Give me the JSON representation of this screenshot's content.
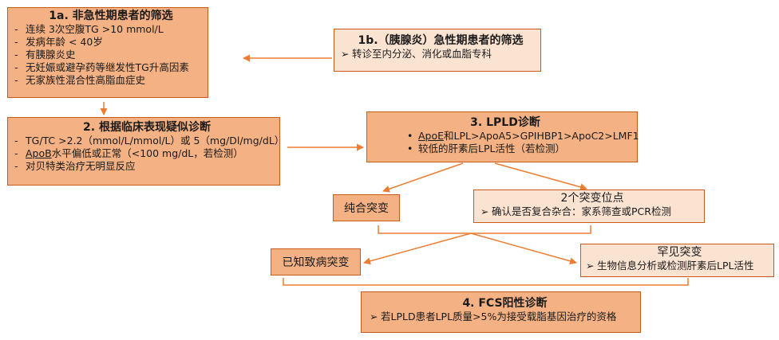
{
  "boxes": {
    "b1a": {
      "title": "1a. 非急性期患者的筛选",
      "items": [
        {
          "bullet": "-",
          "text": "连续 3次空腹TG >10 mmol/L"
        },
        {
          "bullet": "-",
          "text": "发病年龄 < 40岁"
        },
        {
          "bullet": "-",
          "text": "有胰腺炎史"
        },
        {
          "bullet": "-",
          "text": "无妊娠或避孕药等继发性TG升高因素"
        },
        {
          "bullet": "-",
          "text": "无家族性混合性高脂血症史"
        }
      ]
    },
    "b1b": {
      "title": "1b.（胰腺炎）急性期患者的筛选",
      "items": [
        {
          "bullet": "➢",
          "text": "转诊至内分泌、消化或血脂专科"
        }
      ]
    },
    "b2": {
      "title": "2. 根据临床表现疑似诊断",
      "items": [
        {
          "bullet": "-",
          "text": "TG/TC >2.2（mmol/L/mmol/L）或 5（mg/Dl/mg/dL）"
        },
        {
          "bullet": "-",
          "text_underlined": "ApoB",
          "text": "水平偏低或正常（<100 mg/dL，若检测）"
        },
        {
          "bullet": "-",
          "text": "对贝特类治疗无明显反应"
        }
      ]
    },
    "b3": {
      "title": "3. LPLD诊断",
      "items": [
        {
          "bullet": "•",
          "text_underlined": "ApoE",
          "text": "和LPL>ApoA5>GPIHBP1>ApoC2>LMF1"
        },
        {
          "bullet": "•",
          "text": "较低的肝素后LPL活性（若检测）"
        }
      ]
    },
    "homozygous": {
      "title": "纯合突变"
    },
    "two_mut": {
      "title": "2个突变位点",
      "items": [
        {
          "bullet": "➢",
          "text": "确认是否复合杂合：家系筛查或PCR检测"
        }
      ]
    },
    "known": {
      "title": "已知致病突变"
    },
    "rare": {
      "title": "罕见突变",
      "items": [
        {
          "bullet": "➢",
          "text": "生物信息分析或检测肝素后LPL活性"
        }
      ]
    },
    "b4": {
      "title": "4. FCS阳性诊断",
      "items": [
        {
          "bullet": "➢",
          "text": "若LPLD患者LPL质量>5%为接受载脂基因治疗的资格"
        }
      ]
    }
  },
  "colors": {
    "dark_fill": "#f4b183",
    "light_fill": "#fbe3d2",
    "border": "#c85a1a",
    "arrow": "#ed7d31"
  }
}
